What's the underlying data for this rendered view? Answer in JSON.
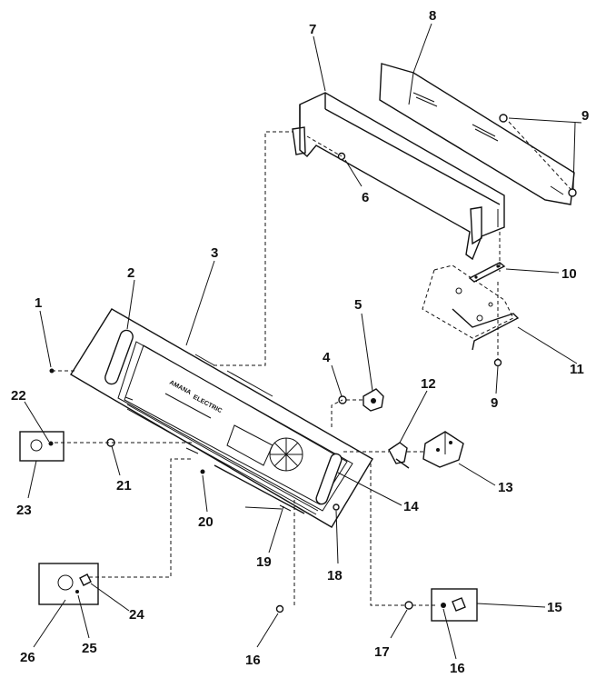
{
  "callouts": [
    "1",
    "2",
    "3",
    "4",
    "5",
    "6",
    "7",
    "8",
    "9",
    "9",
    "10",
    "11",
    "12",
    "13",
    "14",
    "15",
    "16",
    "16",
    "17",
    "18",
    "19",
    "20",
    "21",
    "22",
    "23",
    "24",
    "25",
    "26"
  ],
  "panel": {
    "brand": "AMANA",
    "model": "ELECTRIC"
  }
}
